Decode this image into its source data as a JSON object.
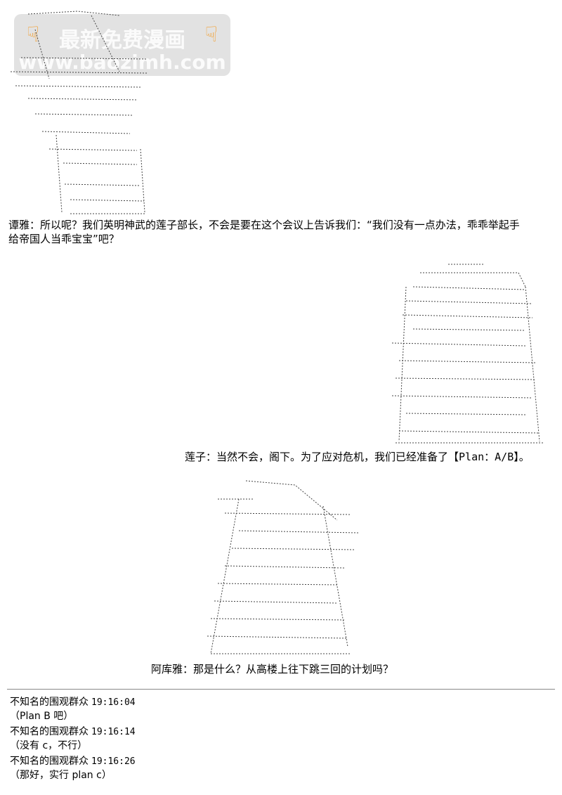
{
  "watermark": {
    "line1": "最新免费漫画",
    "line2": "www.baozimh.com"
  },
  "dialogue": {
    "line1a": "谭雅：所以呢？我们英明神武的莲子部长，不会是要在这个会议上告诉我们：“我们没有一点办法，乖乖举起手",
    "line1b": "给帝国人当乖宝宝”吧？",
    "line2_pre": "莲子：当然不会，阁下。为了应对危机，我们已经准备了【",
    "line2_plan": "Plan：A/B",
    "line2_post": "】。",
    "line3": "阿库雅：那是什么？从高楼上往下跳三回的计划吗？"
  },
  "comments": [
    {
      "user": "不知名的围观群众",
      "time": "19:16:04",
      "text": "（Plan B 吧）"
    },
    {
      "user": "不知名的围观群众",
      "time": "19:16:14",
      "text": "（没有 c，不行）"
    },
    {
      "user": "不知名的围观群众",
      "time": "19:16:26",
      "text": "（那好，实行 plan c）"
    }
  ]
}
